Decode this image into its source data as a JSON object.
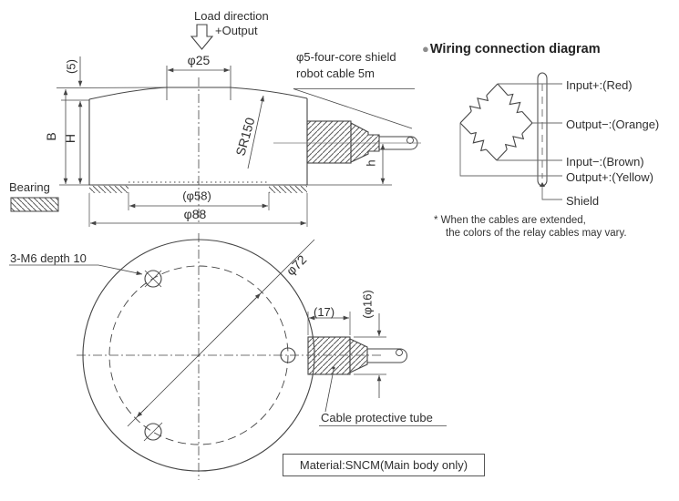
{
  "side_view": {
    "load_direction_line1": "Load direction",
    "load_direction_line2": "+Output",
    "dim_boss_diameter": "φ25",
    "dim_cap_height": "(5)",
    "dim_total_height": "B",
    "dim_body_height": "H",
    "dim_sphere_radius": "SR150",
    "cable_label_line1": "φ5-four-core shield",
    "cable_label_line2": "robot cable 5m",
    "dim_recess_diameter": "(φ58)",
    "dim_body_diameter": "φ88",
    "dim_cable_height": "h",
    "bearing_label": "Bearing"
  },
  "top_view": {
    "dim_bolt_holes": "3-M6 depth 10",
    "dim_bolt_circle": "φ72",
    "dim_tube_length": "(17)",
    "dim_tube_diameter": "(φ16)",
    "cable_tube_label": "Cable protective tube",
    "material_note": "Material:SNCM(Main body only)"
  },
  "wiring": {
    "bullet_icon": "●",
    "title": "Wiring connection diagram",
    "terminals": [
      {
        "label": "Input+:(Red)"
      },
      {
        "label": "Output−:(Orange)"
      },
      {
        "label": "Input−:(Brown)"
      },
      {
        "label": "Output+:(Yellow)"
      }
    ],
    "shield_label": "Shield",
    "note_line1": "* When the cables are extended,",
    "note_line2": "the colors of the relay cables may vary."
  },
  "colors": {
    "line": "#454545",
    "thin_line": "#6a6a6a",
    "text": "#2f2f2f",
    "bullet": "#8d8d8d",
    "background": "#ffffff"
  }
}
